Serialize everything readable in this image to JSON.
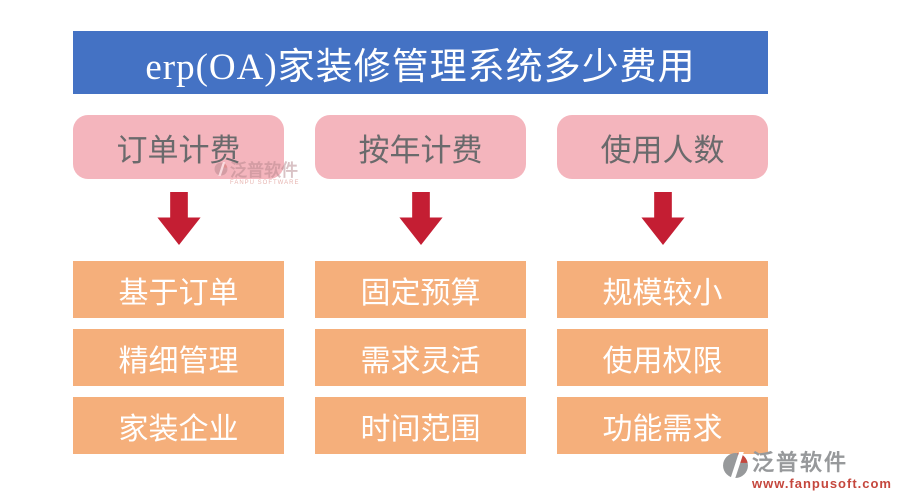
{
  "banner": {
    "title": "erp(OA)家装修管理系统多少费用"
  },
  "columns": [
    {
      "header": "订单计费",
      "items": [
        "基于订单",
        "精细管理",
        "家装企业"
      ]
    },
    {
      "header": "按年计费",
      "items": [
        "固定预算",
        "需求灵活",
        "时间范围"
      ]
    },
    {
      "header": "使用人数",
      "items": [
        "规模较小",
        "使用权限",
        "功能需求"
      ]
    }
  ],
  "watermark": {
    "name": "泛普软件",
    "subtext": "FANPU SOFTWARE"
  },
  "logo": {
    "name": "泛普软件",
    "url": "www.fanpusoft.com"
  },
  "icons": {
    "arrow": "arrow-down-icon",
    "logo_mark": "fanpu-logo-icon"
  },
  "colors": {
    "banner_bg": "#4472C4",
    "banner_text": "#FFFFFF",
    "header_box_bg": "#F4B5BD",
    "header_box_text": "#6A6A6C",
    "item_box_bg": "#F5AF7B",
    "item_box_text": "#FFFFFF",
    "arrow_red": "#C41E33",
    "logo_gray": "#97999B",
    "logo_red": "#C5473D"
  }
}
